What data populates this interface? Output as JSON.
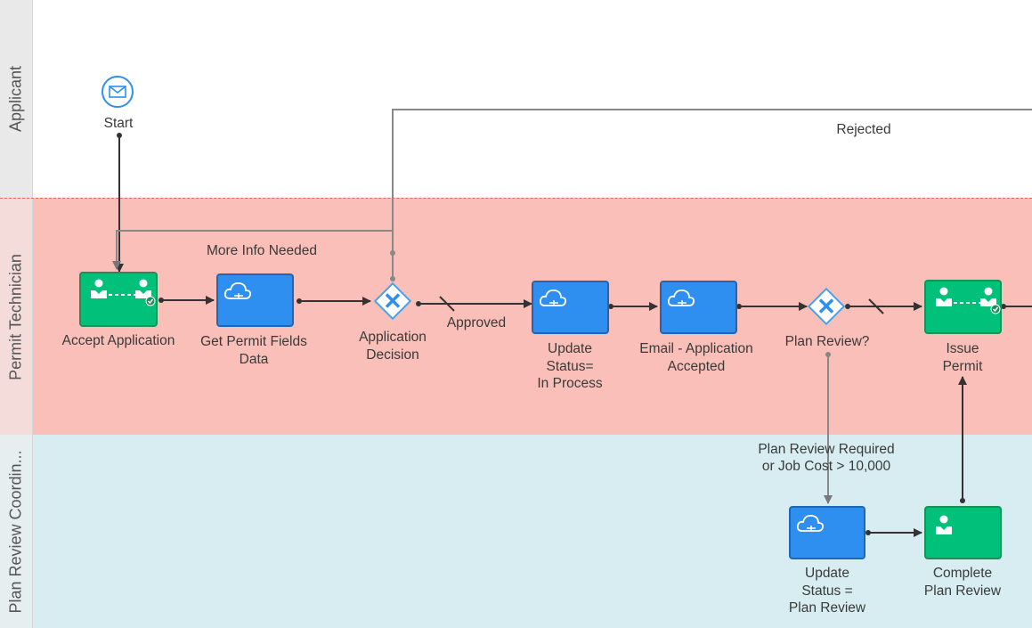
{
  "lanes": [
    {
      "label": "Applicant"
    },
    {
      "label": "Permit Technician"
    },
    {
      "label": "Plan Review Coordin..."
    }
  ],
  "events": {
    "start": {
      "label": "Start",
      "icon": "envelope-icon"
    }
  },
  "tasks": {
    "accept_application": {
      "label": "Accept Application",
      "type": "user-task",
      "icon": "users-check-icon"
    },
    "get_permit_fields": {
      "label_line1": "Get Permit Fields",
      "label_line2": "Data",
      "type": "service-task",
      "icon": "cloud-icon"
    },
    "update_status_in_process": {
      "label_line1": "Update",
      "label_line2": "Status=",
      "label_line3": "In Process",
      "type": "service-task",
      "icon": "cloud-icon"
    },
    "email_application_accepted": {
      "label_line1": "Email - Application",
      "label_line2": "Accepted",
      "type": "service-task",
      "icon": "cloud-icon"
    },
    "issue_permit": {
      "label_line1": "Issue",
      "label_line2": "Permit",
      "type": "user-task",
      "icon": "users-check-icon"
    },
    "update_status_plan_review": {
      "label_line1": "Update",
      "label_line2": "Status =",
      "label_line3": "Plan Review",
      "type": "service-task",
      "icon": "cloud-icon"
    },
    "complete_plan_review": {
      "label_line1": "Complete",
      "label_line2": "Plan Review",
      "type": "user-task",
      "icon": "user-icon"
    }
  },
  "gateways": {
    "application_decision": {
      "label_line1": "Application",
      "label_line2": "Decision"
    },
    "plan_review": {
      "label": "Plan Review?"
    }
  },
  "edges": {
    "rejected": "Rejected",
    "more_info_needed": "More Info Needed",
    "approved": "Approved",
    "plan_review_required_line1": "Plan Review Required",
    "plan_review_required_line2": "or Job Cost > 10,000"
  },
  "colors": {
    "user_task": "#00c07a",
    "service_task": "#2e8ff0",
    "permit_lane": "#f9bfb8",
    "plan_lane": "#d7edf1"
  }
}
